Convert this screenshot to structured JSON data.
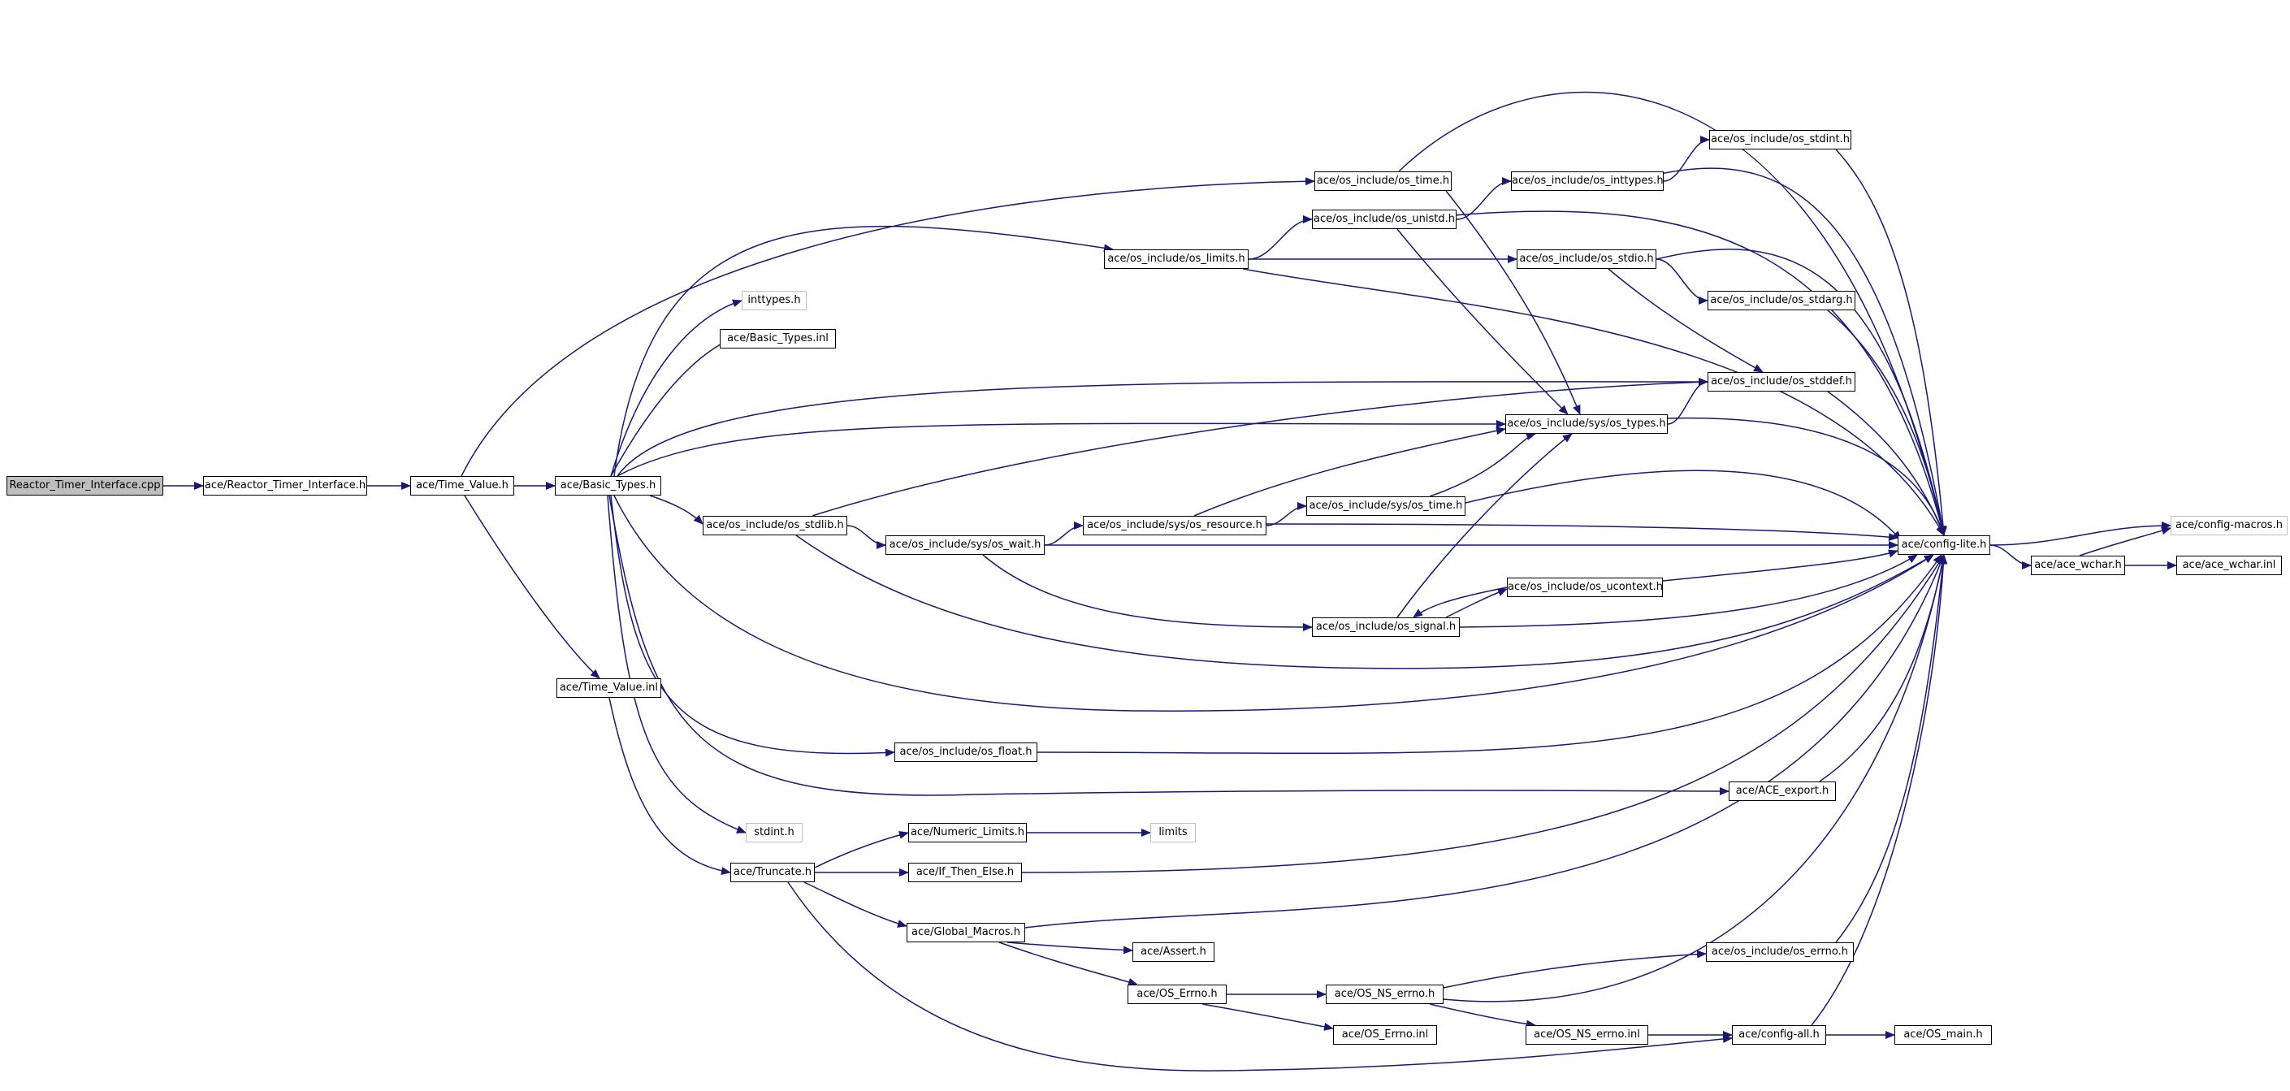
{
  "graph": {
    "colors": {
      "edge": "#191970",
      "node_border": "#000000",
      "external_border": "#bfbfbf",
      "root_fill": "#bfbfbf",
      "node_fill": "#ffffff"
    },
    "nodes": [
      {
        "id": "root",
        "label": "Reactor_Timer_Interface.cpp",
        "kind": "root"
      },
      {
        "id": "rti",
        "label": "ace/Reactor_Timer_Interface.h",
        "kind": "file"
      },
      {
        "id": "tv",
        "label": "ace/Time_Value.h",
        "kind": "file"
      },
      {
        "id": "bt",
        "label": "ace/Basic_Types.h",
        "kind": "file"
      },
      {
        "id": "tvinl",
        "label": "ace/Time_Value.inl",
        "kind": "file"
      },
      {
        "id": "inttypes",
        "label": "inttypes.h",
        "kind": "external"
      },
      {
        "id": "btinl",
        "label": "ace/Basic_Types.inl",
        "kind": "file"
      },
      {
        "id": "oslimits",
        "label": "ace/os_include/os_limits.h",
        "kind": "file"
      },
      {
        "id": "ostime",
        "label": "ace/os_include/os_time.h",
        "kind": "file"
      },
      {
        "id": "osunistd",
        "label": "ace/os_include/os_unistd.h",
        "kind": "file"
      },
      {
        "id": "osinttypes",
        "label": "ace/os_include/os_inttypes.h",
        "kind": "file"
      },
      {
        "id": "osstdint",
        "label": "ace/os_include/os_stdint.h",
        "kind": "file"
      },
      {
        "id": "osstdio",
        "label": "ace/os_include/os_stdio.h",
        "kind": "file"
      },
      {
        "id": "osstdarg",
        "label": "ace/os_include/os_stdarg.h",
        "kind": "file"
      },
      {
        "id": "osstddef",
        "label": "ace/os_include/os_stddef.h",
        "kind": "file"
      },
      {
        "id": "ostypes",
        "label": "ace/os_include/sys/os_types.h",
        "kind": "file"
      },
      {
        "id": "osstdlib",
        "label": "ace/os_include/os_stdlib.h",
        "kind": "file"
      },
      {
        "id": "oswait",
        "label": "ace/os_include/sys/os_wait.h",
        "kind": "file"
      },
      {
        "id": "osresource",
        "label": "ace/os_include/sys/os_resource.h",
        "kind": "file"
      },
      {
        "id": "ossystime",
        "label": "ace/os_include/sys/os_time.h",
        "kind": "file"
      },
      {
        "id": "osucontext",
        "label": "ace/os_include/os_ucontext.h",
        "kind": "file"
      },
      {
        "id": "ossignal",
        "label": "ace/os_include/os_signal.h",
        "kind": "file"
      },
      {
        "id": "configlite",
        "label": "ace/config-lite.h",
        "kind": "file"
      },
      {
        "id": "configmacros",
        "label": "ace/config-macros.h",
        "kind": "external"
      },
      {
        "id": "acewchar",
        "label": "ace/ace_wchar.h",
        "kind": "file"
      },
      {
        "id": "acewcharinl",
        "label": "ace/ace_wchar.inl",
        "kind": "file"
      },
      {
        "id": "osfloat",
        "label": "ace/os_include/os_float.h",
        "kind": "file"
      },
      {
        "id": "aceexport",
        "label": "ace/ACE_export.h",
        "kind": "file"
      },
      {
        "id": "stdint",
        "label": "stdint.h",
        "kind": "external"
      },
      {
        "id": "truncate",
        "label": "ace/Truncate.h",
        "kind": "file"
      },
      {
        "id": "numlimits",
        "label": "ace/Numeric_Limits.h",
        "kind": "file"
      },
      {
        "id": "limits",
        "label": "limits",
        "kind": "external"
      },
      {
        "id": "ifthenelse",
        "label": "ace/If_Then_Else.h",
        "kind": "file"
      },
      {
        "id": "globalmacros",
        "label": "ace/Global_Macros.h",
        "kind": "file"
      },
      {
        "id": "assert",
        "label": "ace/Assert.h",
        "kind": "file"
      },
      {
        "id": "oserrno",
        "label": "ace/OS_Errno.h",
        "kind": "file"
      },
      {
        "id": "osnserrno",
        "label": "ace/OS_NS_errno.h",
        "kind": "file"
      },
      {
        "id": "osinclerrno",
        "label": "ace/os_include/os_errno.h",
        "kind": "file"
      },
      {
        "id": "oserrnoinl",
        "label": "ace/OS_Errno.inl",
        "kind": "file"
      },
      {
        "id": "osnserrnoinl",
        "label": "ace/OS_NS_errno.inl",
        "kind": "file"
      },
      {
        "id": "configall",
        "label": "ace/config-all.h",
        "kind": "file"
      },
      {
        "id": "osmain",
        "label": "ace/OS_main.h",
        "kind": "file"
      }
    ],
    "edges": [
      [
        "root",
        "rti"
      ],
      [
        "rti",
        "tv"
      ],
      [
        "tv",
        "bt"
      ],
      [
        "tv",
        "tvinl"
      ],
      [
        "tv",
        "ostime"
      ],
      [
        "bt",
        "inttypes"
      ],
      [
        "bt",
        "btinl"
      ],
      [
        "bt",
        "oslimits"
      ],
      [
        "bt",
        "osstddef"
      ],
      [
        "bt",
        "ostypes"
      ],
      [
        "bt",
        "osstdlib"
      ],
      [
        "bt",
        "configlite"
      ],
      [
        "bt",
        "osfloat"
      ],
      [
        "bt",
        "aceexport"
      ],
      [
        "bt",
        "stdint"
      ],
      [
        "tvinl",
        "truncate"
      ],
      [
        "ostime",
        "configlite"
      ],
      [
        "ostime",
        "ostypes"
      ],
      [
        "oslimits",
        "osunistd"
      ],
      [
        "oslimits",
        "osstdio"
      ],
      [
        "oslimits",
        "configlite"
      ],
      [
        "osunistd",
        "osinttypes"
      ],
      [
        "osunistd",
        "ostypes"
      ],
      [
        "osunistd",
        "configlite"
      ],
      [
        "osinttypes",
        "osstdint"
      ],
      [
        "osinttypes",
        "configlite"
      ],
      [
        "osstdint",
        "configlite"
      ],
      [
        "osstdio",
        "osstdarg"
      ],
      [
        "osstdio",
        "osstddef"
      ],
      [
        "osstdio",
        "configlite"
      ],
      [
        "osstdarg",
        "configlite"
      ],
      [
        "osstddef",
        "configlite"
      ],
      [
        "ostypes",
        "osstddef"
      ],
      [
        "ostypes",
        "configlite"
      ],
      [
        "osstdlib",
        "oswait"
      ],
      [
        "osstdlib",
        "osstddef"
      ],
      [
        "osstdlib",
        "configlite"
      ],
      [
        "oswait",
        "osresource"
      ],
      [
        "oswait",
        "ossignal"
      ],
      [
        "oswait",
        "configlite"
      ],
      [
        "osresource",
        "ossystime"
      ],
      [
        "osresource",
        "ostypes"
      ],
      [
        "osresource",
        "configlite"
      ],
      [
        "ossystime",
        "ostypes"
      ],
      [
        "ossystime",
        "configlite"
      ],
      [
        "ossignal",
        "osucontext"
      ],
      [
        "ossignal",
        "ostypes"
      ],
      [
        "ossignal",
        "configlite"
      ],
      [
        "osucontext",
        "ossignal"
      ],
      [
        "osucontext",
        "configlite"
      ],
      [
        "configlite",
        "configmacros"
      ],
      [
        "configlite",
        "acewchar"
      ],
      [
        "acewchar",
        "configmacros"
      ],
      [
        "acewchar",
        "acewcharinl"
      ],
      [
        "osfloat",
        "configlite"
      ],
      [
        "aceexport",
        "configlite"
      ],
      [
        "truncate",
        "numlimits"
      ],
      [
        "truncate",
        "ifthenelse"
      ],
      [
        "truncate",
        "globalmacros"
      ],
      [
        "truncate",
        "configall"
      ],
      [
        "numlimits",
        "limits"
      ],
      [
        "ifthenelse",
        "configlite"
      ],
      [
        "globalmacros",
        "configlite"
      ],
      [
        "globalmacros",
        "assert"
      ],
      [
        "globalmacros",
        "oserrno"
      ],
      [
        "oserrno",
        "osnserrno"
      ],
      [
        "oserrno",
        "oserrnoinl"
      ],
      [
        "osnserrno",
        "osinclerrno"
      ],
      [
        "osnserrno",
        "osnserrnoinl"
      ],
      [
        "osnserrno",
        "configlite"
      ],
      [
        "osinclerrno",
        "configlite"
      ],
      [
        "osnserrnoinl",
        "configall"
      ],
      [
        "configall",
        "osmain"
      ],
      [
        "configall",
        "configlite"
      ]
    ]
  }
}
